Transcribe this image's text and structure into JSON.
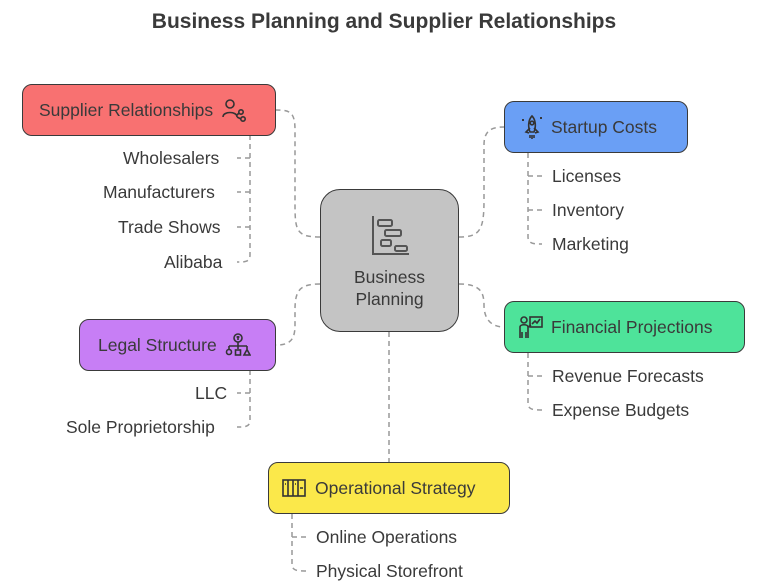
{
  "title": "Business Planning and Supplier Relationships",
  "center": {
    "label_line1": "Business",
    "label_line2": "Planning",
    "icon": "gantt-chart-icon",
    "color": "#c4c4c4"
  },
  "branches": {
    "supplier": {
      "label": "Supplier Relationships",
      "icon": "people-network-icon",
      "color": "#f87171",
      "items": [
        "Wholesalers",
        "Manufacturers",
        "Trade Shows",
        "Alibaba"
      ]
    },
    "startup": {
      "label": "Startup Costs",
      "icon": "rocket-icon",
      "color": "#6a9ff5",
      "items": [
        "Licenses",
        "Inventory",
        "Marketing"
      ]
    },
    "legal": {
      "label": "Legal Structure",
      "icon": "org-chart-icon",
      "color": "#c77ef5",
      "items": [
        "LLC",
        "Sole Proprietorship"
      ]
    },
    "financial": {
      "label": "Financial Projections",
      "icon": "presenter-chart-icon",
      "color": "#4ee39a",
      "items": [
        "Revenue Forecasts",
        "Expense Budgets"
      ]
    },
    "operational": {
      "label": "Operational Strategy",
      "icon": "columns-icon",
      "color": "#fbe84a",
      "items": [
        "Online Operations",
        "Physical Storefront"
      ]
    }
  }
}
